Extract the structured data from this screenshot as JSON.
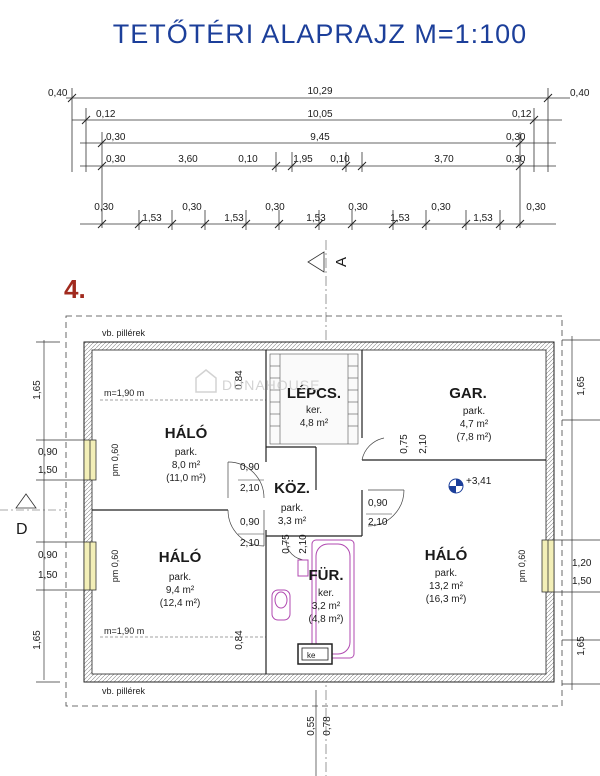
{
  "title": "TETŐTÉRI ALAPRAJZ   M=1:100",
  "floor_number": "4.",
  "section_marker": "A",
  "elevation_marker": "D",
  "level": "+3,41",
  "watermark": "DUNAHOUSE",
  "pillars_top": "vb. pillérek",
  "pillars_bottom": "vb. pillérek",
  "m190_a": "m=1,90 m",
  "m190_b": "m=1,90 m",
  "dim_rows": [
    [
      "0,40",
      "10,29",
      "0,40"
    ],
    [
      "0,12",
      "10,05",
      "0,12"
    ],
    [
      "0,30",
      "9,45",
      "0,30"
    ],
    [
      "0,30",
      "3,60",
      "0,10",
      "1,95",
      "0,10",
      "3,70",
      "0,30"
    ],
    [
      "0,30",
      "1,53",
      "0,30",
      "1,53",
      "0,30",
      "1,53",
      "0,30",
      "1,53",
      "0,30",
      "1,53",
      "0,30"
    ]
  ],
  "rooms": [
    {
      "name": "HÁLÓ",
      "floor": "park.",
      "area": "8,0 m²",
      "area2": "(11,0 m²)"
    },
    {
      "name": "LÉPCS.",
      "floor": "ker.",
      "area": "4,8 m²",
      "area2": ""
    },
    {
      "name": "GAR.",
      "floor": "park.",
      "area": "4,7 m²",
      "area2": "(7,8 m²)"
    },
    {
      "name": "KÖZ.",
      "floor": "park.",
      "area": "3,3 m²",
      "area2": ""
    },
    {
      "name": "HÁLÓ",
      "floor": "park.",
      "area": "9,4 m²",
      "area2": "(12,4 m²)"
    },
    {
      "name": "FÜR.",
      "floor": "ker.",
      "area": "3,2 m²",
      "area2": "(4,8 m²)"
    },
    {
      "name": "HÁLÓ",
      "floor": "park.",
      "area": "13,2 m²",
      "area2": "(16,3 m²)"
    }
  ],
  "left_dims": [
    "1,65",
    "0,90",
    "1,50",
    "0,90",
    "1,50",
    "1,65"
  ],
  "right_dims": [
    "1,65",
    "1,20",
    "1,50",
    "1,65"
  ],
  "window_pm": [
    "pm 0,60",
    "pm 0,60",
    "pm 0,60"
  ],
  "door_dims": [
    "0,90",
    "2,10",
    "0,90",
    "2,10",
    "0,90",
    "2,10",
    "0,75",
    "2,10",
    "0,75",
    "2,10"
  ],
  "wall_dims": [
    "0,84",
    "0,84"
  ],
  "bottom_dims": [
    "0,55",
    "0,78"
  ],
  "chimney": "ke"
}
